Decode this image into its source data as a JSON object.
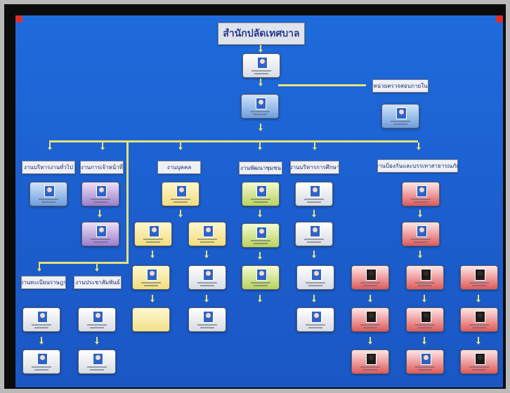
{
  "title": "สำนักปลัดเทศบาล",
  "labels": {
    "internal_audit": "หน่วยตรวจสอบภายใน",
    "general_admin": "งานบริหารงานทั่วไป",
    "personnel_admin": "งานการเจ้าหน้าที่",
    "personnel": "งานบุคคล",
    "community_dev": "งานพัฒนาชุมชน",
    "education_admin": "งานบริหารการศึกษา",
    "disaster": "งานป้องกันและบรรเทาสาธารณภัย",
    "registration": "งานทะเบียนราษฎร",
    "public_relations": "งานประชาสัมพันธ์"
  },
  "colors": {
    "board": "#1f6bdc",
    "connector": "#e3e17a",
    "frame": "#0b0b0b"
  }
}
